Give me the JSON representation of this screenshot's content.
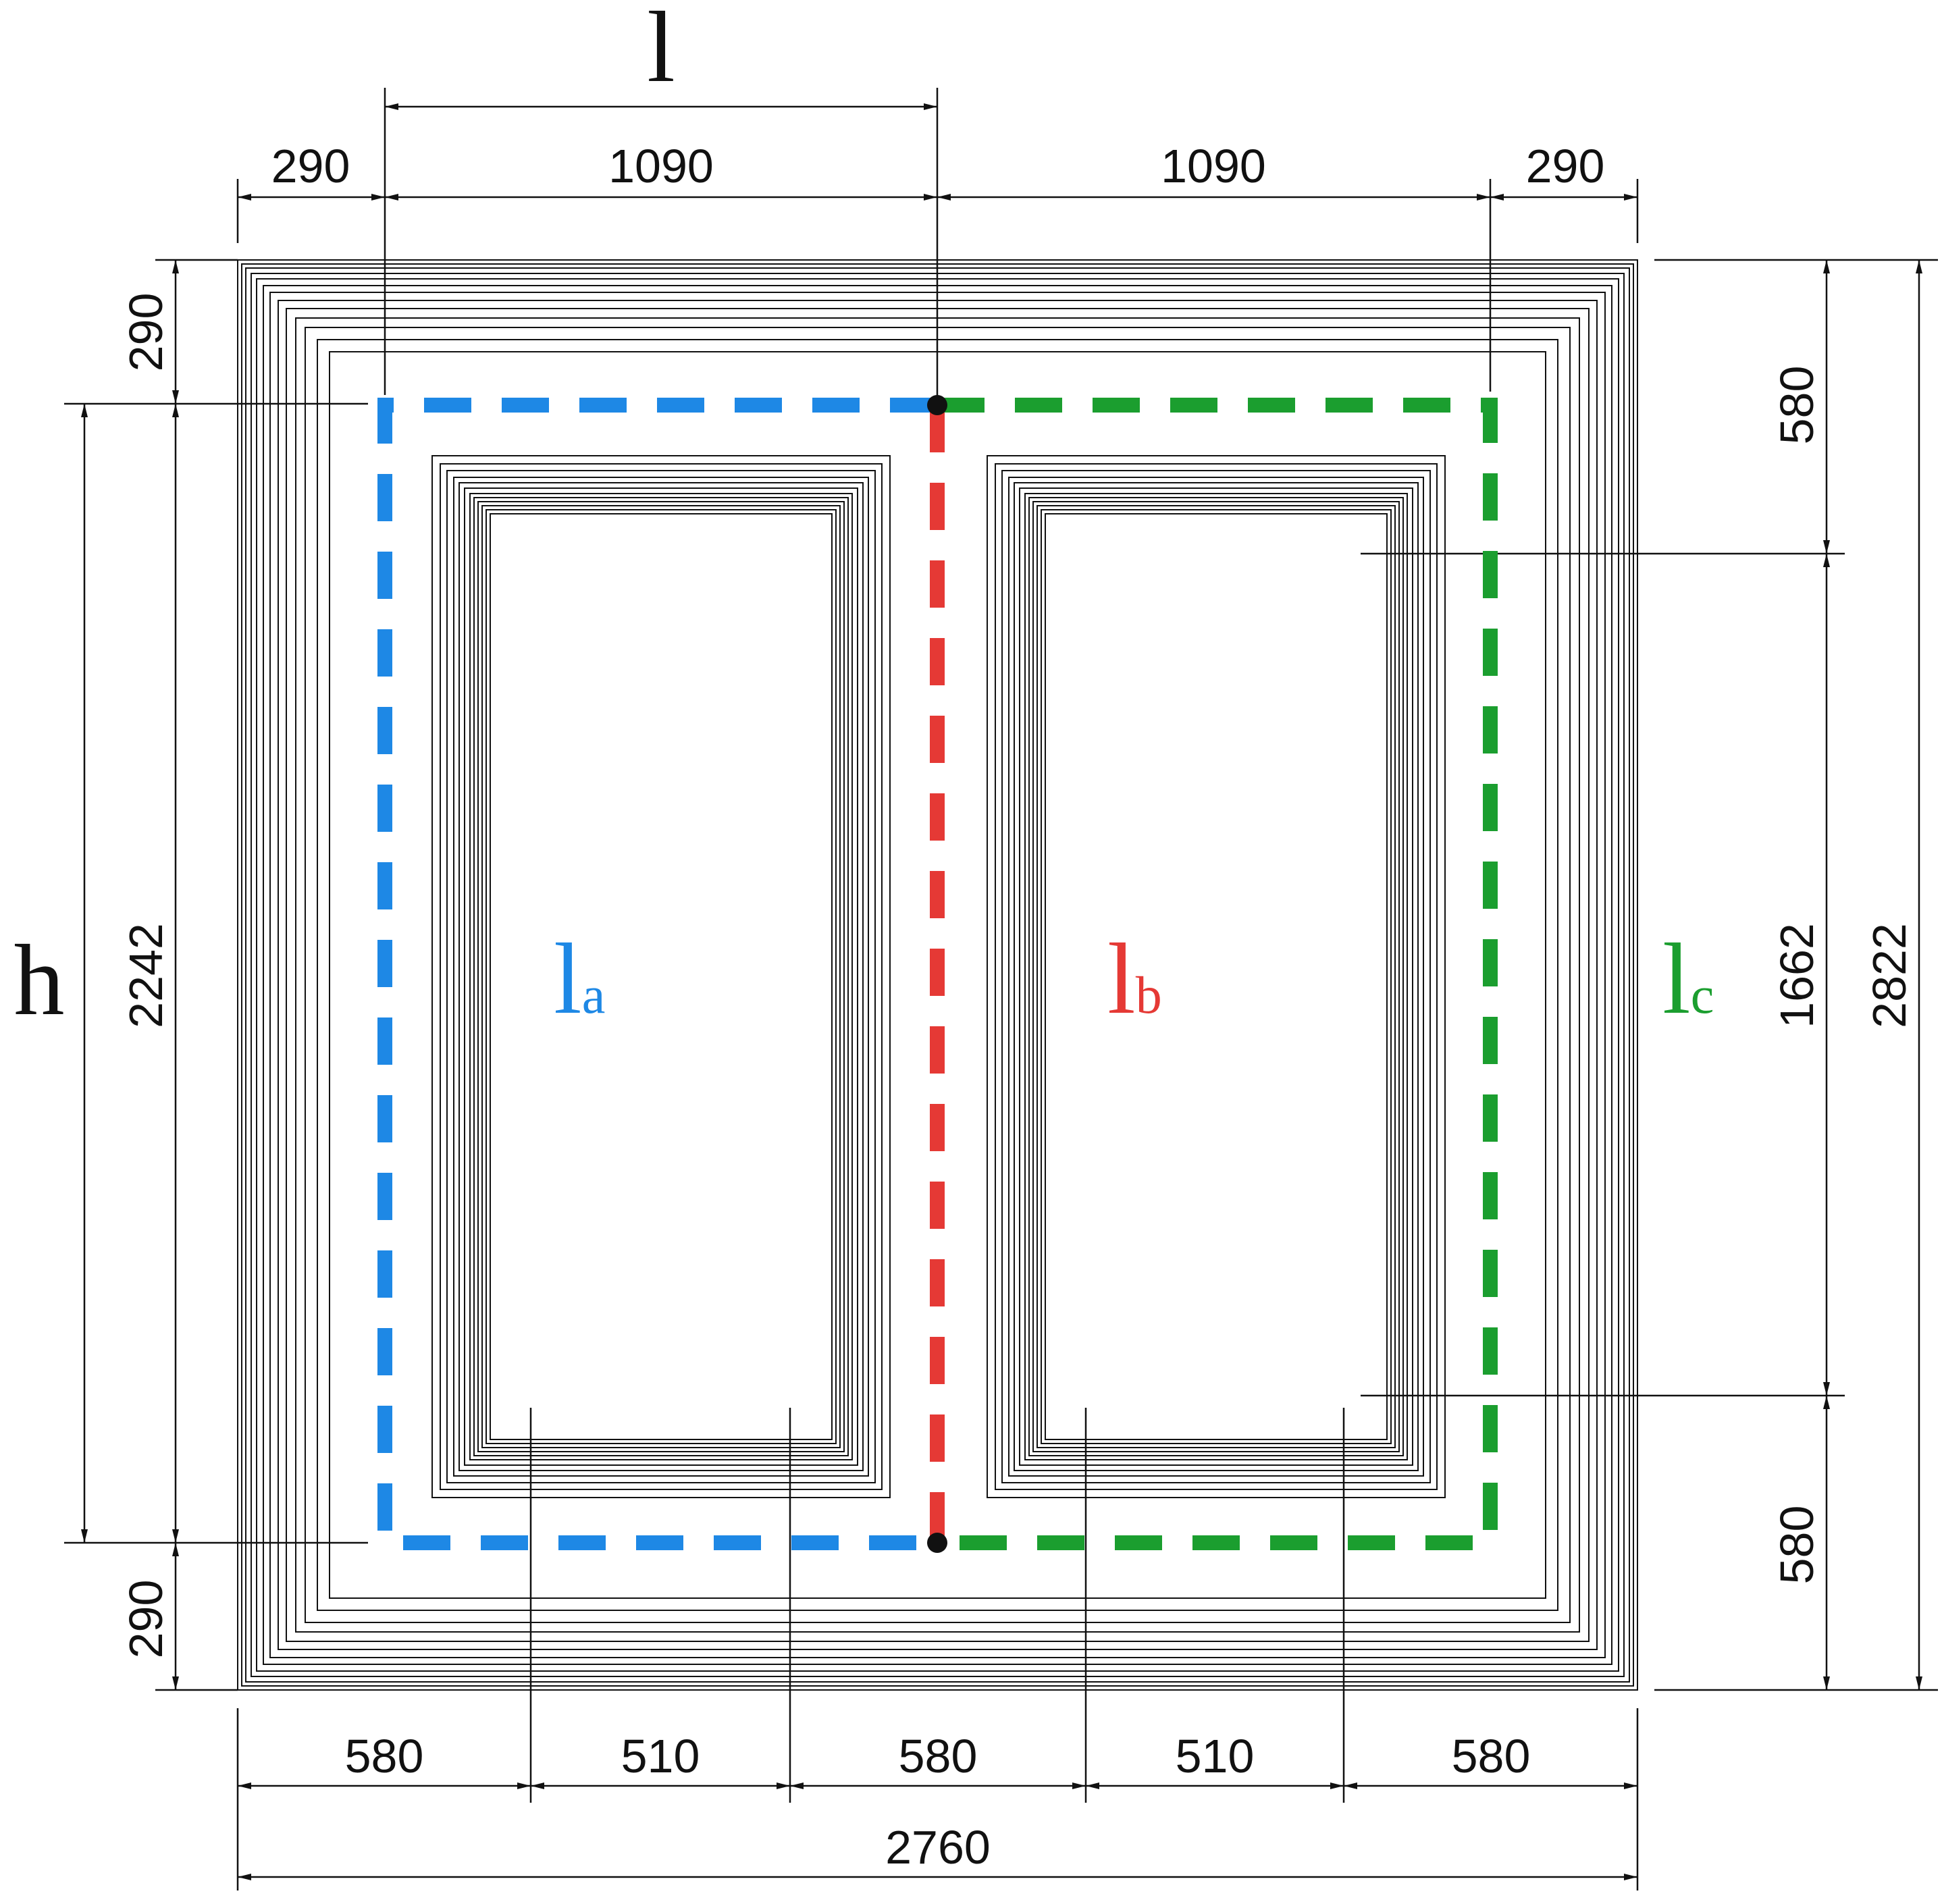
{
  "symbols": {
    "l": "l",
    "h": "h",
    "la_main": "l",
    "la_sub": "a",
    "lb_main": "l",
    "lb_sub": "b",
    "lc_main": "l",
    "lc_sub": "c"
  },
  "dimensions": {
    "top_left_yoke": "290",
    "top_left_window": "1090",
    "top_right_window": "1090",
    "top_right_yoke": "290",
    "left_top_yoke": "290",
    "left_height": "2242",
    "left_bottom_yoke": "290",
    "right_top": "580",
    "right_window": "1662",
    "right_bottom": "580",
    "right_total": "2822",
    "bottom_leg_left": "580",
    "bottom_window_left": "510",
    "bottom_leg_center": "580",
    "bottom_window_right": "510",
    "bottom_leg_right": "580",
    "bottom_total": "2760"
  },
  "colors": {
    "path_a": "#1E88E5",
    "path_b": "#E53935",
    "path_c": "#1B9E2F",
    "lines": "#111111"
  }
}
